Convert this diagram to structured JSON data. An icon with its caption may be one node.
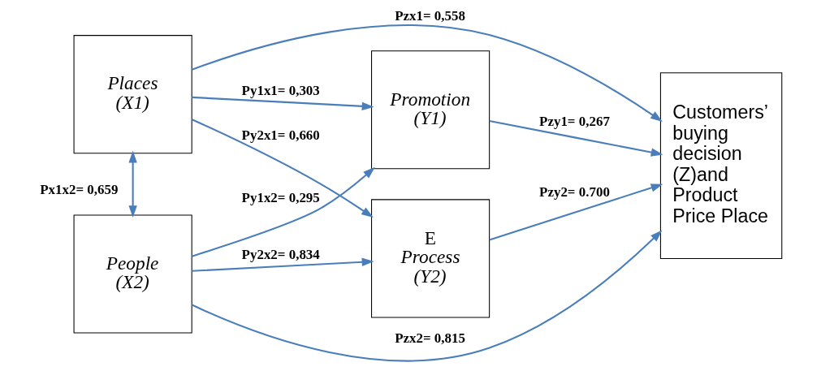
{
  "diagram": {
    "nodes": [
      {
        "text": [
          "Places",
          "(X1)"
        ]
      },
      {
        "text": [
          "People",
          "(X2)"
        ]
      },
      {
        "text": [
          "Promotion",
          "(Y1)"
        ]
      },
      {
        "text": [
          "E",
          "Process",
          "(Y2)"
        ]
      },
      {
        "text": [
          "Customers’ buying decision (Z)and Product Price Place"
        ]
      }
    ],
    "edges": [
      {
        "from": 0,
        "to": 2,
        "arrow": "to",
        "label": "Py1x1= 0,303"
      },
      {
        "from": 0,
        "to": 3,
        "arrow": "to",
        "label": "Py2x1= 0,660"
      },
      {
        "from": 0,
        "to": 4,
        "arrow": "to",
        "label": "Pzx1= 0,558"
      },
      {
        "from": 0,
        "to": 1,
        "arrow": "both",
        "label": "Px1x2= 0,659"
      },
      {
        "from": 1,
        "to": 2,
        "arrow": "to",
        "label": "Py1x2= 0,295"
      },
      {
        "from": 1,
        "to": 3,
        "arrow": "to",
        "label": "Py2x2= 0,834"
      },
      {
        "from": 1,
        "to": 4,
        "arrow": "to",
        "label": "Pzx2= 0,815"
      },
      {
        "from": 2,
        "to": 4,
        "arrow": "to",
        "label": "Pzy1= 0,267"
      },
      {
        "from": 3,
        "to": 4,
        "arrow": "to",
        "label": "Pzy2= 0.700"
      }
    ]
  }
}
